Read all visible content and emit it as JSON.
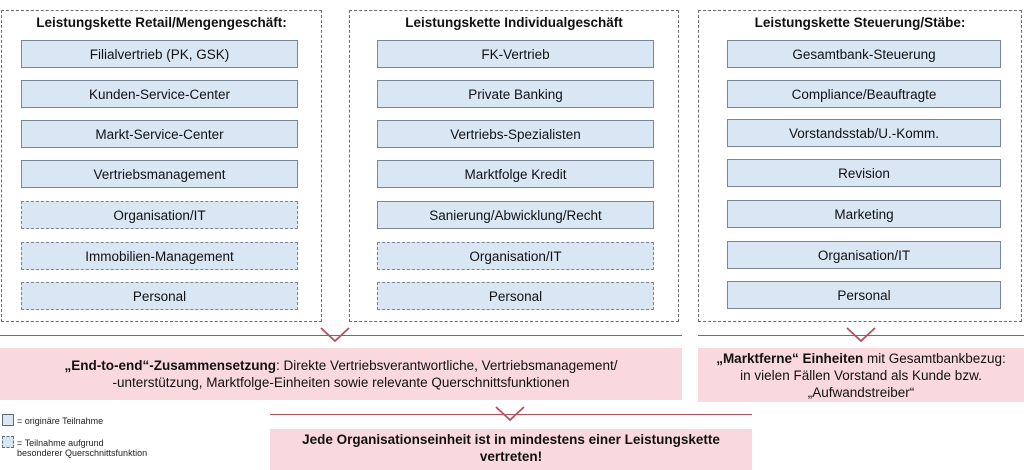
{
  "columns": [
    {
      "title": "Leistungskette Retail/Mengengeschäft:",
      "boxes": [
        {
          "label": "Filialvertrieb (PK, GSK)",
          "dashed": false
        },
        {
          "label": "Kunden-Service-Center",
          "dashed": false
        },
        {
          "label": "Markt-Service-Center",
          "dashed": false
        },
        {
          "label": "Vertriebsmanagement",
          "dashed": false
        },
        {
          "label": "Organisation/IT",
          "dashed": true
        },
        {
          "label": "Immobilien-Management",
          "dashed": true
        },
        {
          "label": "Personal",
          "dashed": true
        }
      ]
    },
    {
      "title": "Leistungskette Individualgeschäft",
      "boxes": [
        {
          "label": "FK-Vertrieb",
          "dashed": false
        },
        {
          "label": "Private Banking",
          "dashed": false
        },
        {
          "label": "Vertriebs-Spezialisten",
          "dashed": false
        },
        {
          "label": "Marktfolge Kredit",
          "dashed": false
        },
        {
          "label": "Sanierung/Abwicklung/Recht",
          "dashed": false
        },
        {
          "label": "Organisation/IT",
          "dashed": true
        },
        {
          "label": "Personal",
          "dashed": true
        }
      ]
    },
    {
      "title": "Leistungskette Steuerung/Stäbe:",
      "boxes": [
        {
          "label": "Gesamtbank-Steuerung",
          "dashed": false
        },
        {
          "label": "Compliance/Beauftragte",
          "dashed": false
        },
        {
          "label": "Vorstandsstab/U.-Komm.",
          "dashed": false
        },
        {
          "label": "Revision",
          "dashed": false
        },
        {
          "label": "Marketing",
          "dashed": false
        },
        {
          "label": "Organisation/IT",
          "dashed": false
        },
        {
          "label": "Personal",
          "dashed": false
        }
      ]
    }
  ],
  "banner_left": {
    "bold": "„End-to-end“-Zusammensetzung",
    "rest_line1": ": Direkte Vertriebsverantwortliche, Vertriebsmanagement/",
    "line2": "-unterstützung, Marktfolge-Einheiten sowie relevante Querschnittsfunktionen"
  },
  "banner_right": {
    "bold": "„Marktferne“ Einheiten",
    "rest_line1": " mit Gesamtbankbezug:",
    "line2": "in vielen Fällen Vorstand als Kunde bzw.",
    "line3": "„Aufwandstreiber“"
  },
  "banner_bottom": {
    "line1": "Jede Organisationseinheit ist in mindestens einer Leistungskette",
    "line2": "vertreten!"
  },
  "legend": {
    "solid": "= originäre Teilnahme",
    "dashed_line1": "= Teilnahme aufgrund",
    "dashed_line2": "besonderer Querschnittsfunktion"
  },
  "colors": {
    "box_fill": "#d9e6f4",
    "banner_fill": "#f9d9dd",
    "arrow": "#b2505c"
  }
}
